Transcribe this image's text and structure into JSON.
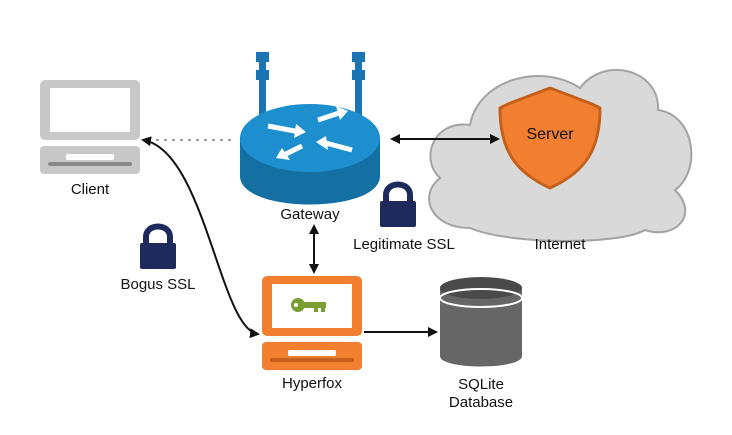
{
  "nodes": {
    "client": {
      "label": "Client"
    },
    "gateway": {
      "label": "Gateway"
    },
    "server": {
      "label": "Server"
    },
    "internet": {
      "label": "Internet"
    },
    "hyperfox": {
      "label": "Hyperfox"
    },
    "database": {
      "label_line1": "SQLite",
      "label_line2": "Database"
    }
  },
  "links": {
    "legitimate_ssl": {
      "label": "Legitimate SSL"
    },
    "bogus_ssl": {
      "label": "Bogus SSL"
    }
  },
  "colors": {
    "computer_gray": "#c8c8c8",
    "computer_gray_dark": "#8a8a8a",
    "router_blue": "#1d8fcf",
    "router_blue_dark": "#146fa3",
    "antenna_blue": "#1d74b3",
    "cloud_gray": "#d9d9d9",
    "cloud_outline": "#a3a3a3",
    "shield_orange": "#f27f2f",
    "shield_orange_dark": "#c4601b",
    "hyperfox_orange": "#f27f2f",
    "key_green": "#7a9e32",
    "lock_navy": "#1f2a5c",
    "db_gray": "#666666",
    "db_gray_dark": "#4a4a4a",
    "arrow": "#111111",
    "dotted_link": "#9a9a9a"
  },
  "icons": {
    "client": "desktop-computer-icon",
    "gateway": "router-icon",
    "server": "shield-icon",
    "internet": "cloud-icon",
    "hyperfox": "desktop-computer-icon",
    "hyperfox_screen": "key-icon",
    "database": "database-cylinder-icon",
    "legitimate_ssl": "padlock-icon",
    "bogus_ssl": "padlock-icon"
  }
}
